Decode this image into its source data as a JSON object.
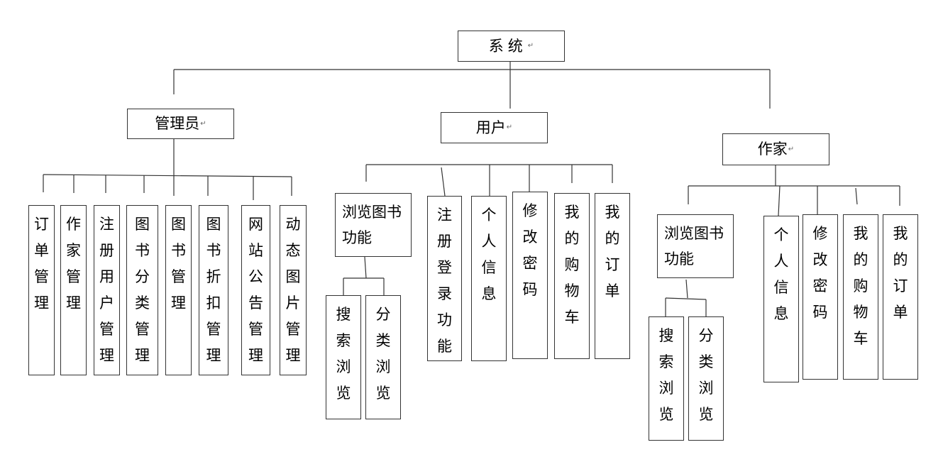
{
  "root": {
    "label": "系统"
  },
  "admin": {
    "label": "管理员",
    "items": [
      "订单管理",
      "作家管理",
      "注册用户管理",
      "图书分类管理",
      "图书管理",
      "图书折扣管理",
      "网站公告管理",
      "动态图片管理"
    ]
  },
  "user": {
    "label": "用户",
    "browse": {
      "label": "浏览图书功能",
      "children": [
        "搜索浏览",
        "分类浏览"
      ]
    },
    "items": [
      "注册登录功能",
      "个人信息",
      "修改密码",
      "我的购物车",
      "我的订单"
    ]
  },
  "author": {
    "label": "作家",
    "browse": {
      "label": "浏览图书功能",
      "children": [
        "搜索浏览",
        "分类浏览"
      ]
    },
    "items": [
      "个人信息",
      "修改密码",
      "我的购物车",
      "我的订单"
    ]
  }
}
